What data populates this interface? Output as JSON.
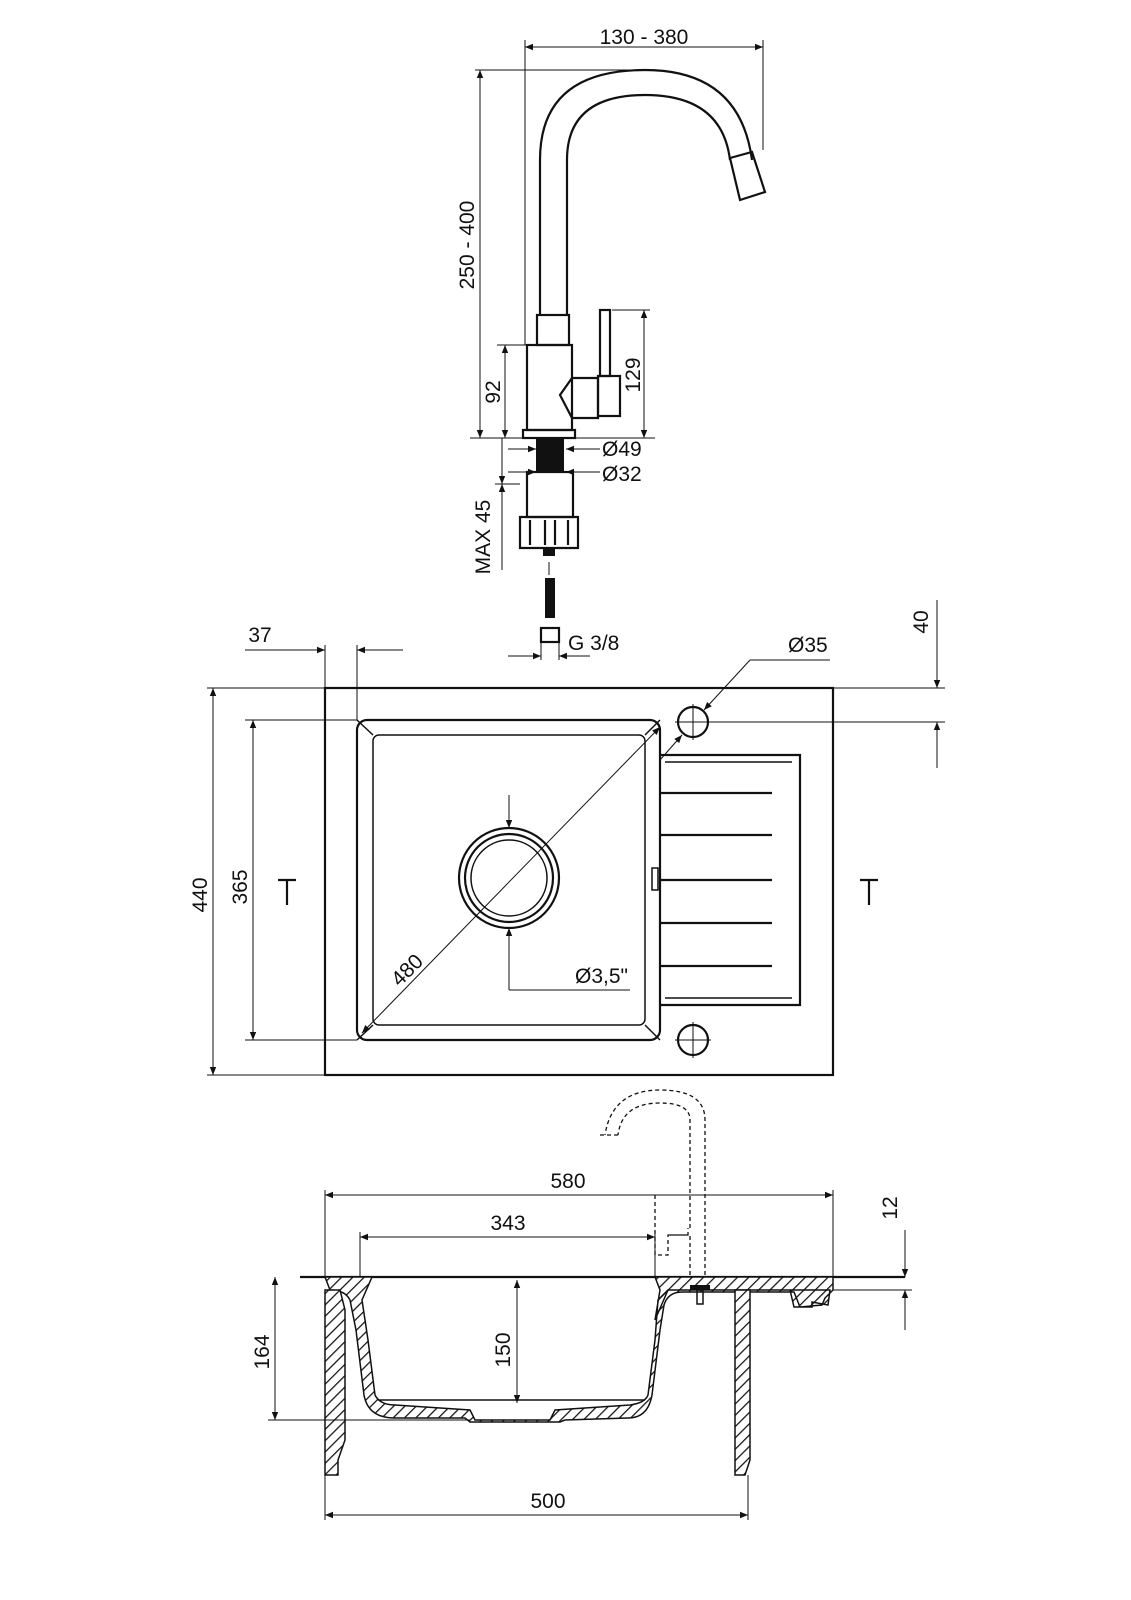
{
  "faucet_dimensions": {
    "reach": "130 - 380",
    "height": "250 - 400",
    "body_height": "92",
    "lever_height": "129",
    "base_diameter": "Ø49",
    "shank_diameter": "Ø32",
    "max_countertop": "MAX 45",
    "connection": "G 3/8"
  },
  "plan_view": {
    "edge_offset": "37",
    "tap_hole_offset": "40",
    "tap_hole_diameter": "Ø35",
    "total_depth": "440",
    "bowl_depth": "365",
    "bowl_diagonal": "480",
    "drain_diameter": "Ø3,5\""
  },
  "section_view": {
    "total_width": "580",
    "bowl_width": "343",
    "rim_thickness": "12",
    "total_height": "164",
    "bowl_height": "150",
    "cabinet_width": "500"
  }
}
